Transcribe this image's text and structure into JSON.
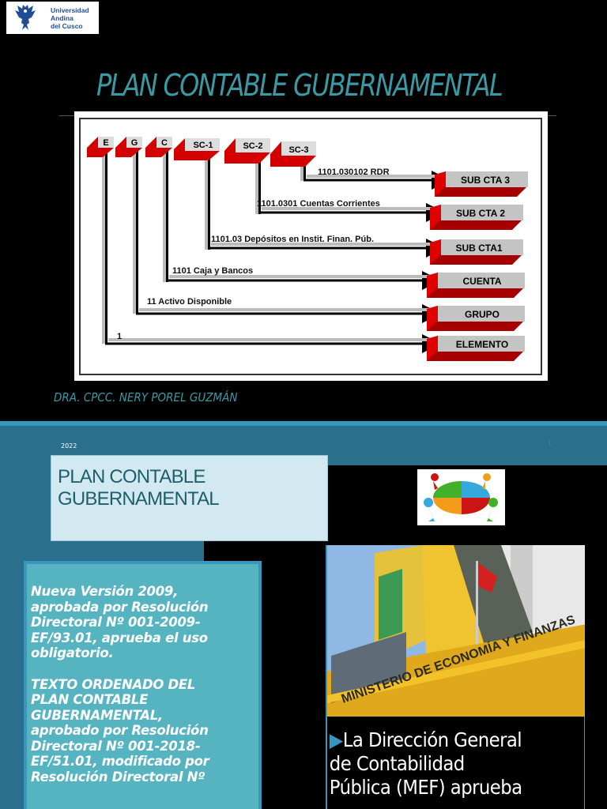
{
  "slide1": {
    "logo": {
      "icon": "condor-emblem-icon",
      "lines": [
        "Universidad",
        "Andina",
        "del Cusco"
      ],
      "color": "#1f4e96"
    },
    "title": "PLAN CONTABLE GUBERNAMENTAL",
    "title_color": "#3a9aa3",
    "diagram": {
      "headers": [
        "E",
        "G",
        "C",
        "SC-1",
        "SC-2",
        "SC-3"
      ],
      "rows": [
        {
          "code": "1101.030102 RDR",
          "level": "SUB CTA 3"
        },
        {
          "code": "1101.0301  Cuentas Corrientes",
          "level": "SUB CTA 2"
        },
        {
          "code": "1101.03 Depósitos en Instit. Finan. Púb.",
          "level": "SUB CTA1"
        },
        {
          "code": "1101  Caja y Bancos",
          "level": "CUENTA"
        },
        {
          "code": "11  Activo Disponible",
          "level": "GRUPO"
        },
        {
          "code": "1",
          "level": "ELEMENTO"
        }
      ],
      "accent_color": "#d40000"
    },
    "author": "DRA. CPCC. NERY POREL GUZMÁN"
  },
  "slide2": {
    "year": "2022",
    "slide_number": "1",
    "title": [
      "PLAN CONTABLE",
      "GUBERNAMENTAL"
    ],
    "puzzle_image": "puzzle-team-icon",
    "paragraph1": [
      "Nueva Versión 2009,",
      "aprobada por Resolución",
      "Directoral  Nº 001-2009-",
      "EF/93.01, aprueba el uso",
      "obligatorio."
    ],
    "paragraph2": [
      "TEXTO ORDENADO DEL",
      "PLAN CONTABLE",
      "GUBERNAMENTAL,",
      "aprobado por Resolución",
      "Directoral  Nº 001-2018-",
      "EF/51.01, modificado por",
      "Resolución Directoral Nº"
    ],
    "photo": {
      "sign_text": "MINISTERIO DE ECONOMÍA Y FINANZAS"
    },
    "caption": {
      "bullet": "▶",
      "lines": [
        "La Dirección General",
        "de Contabilidad",
        "Pública (MEF) aprueba"
      ]
    },
    "colors": {
      "band": "#2a6f8c",
      "band_top": "#3597c0",
      "title_box": "#d2e9f2",
      "text_box": "#55b4c0"
    }
  }
}
